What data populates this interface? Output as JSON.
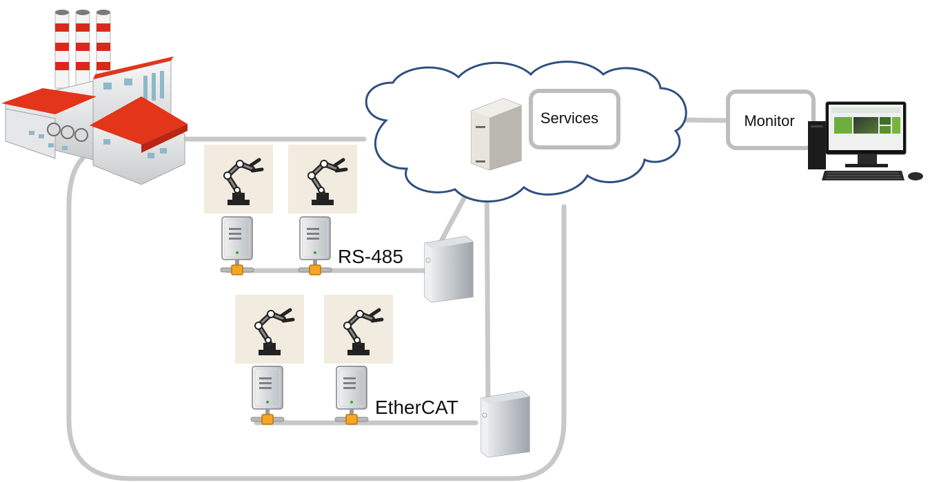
{
  "labels": {
    "services": "Services",
    "monitor": "Monitor",
    "rs485": "RS-485",
    "ethercat": "EtherCAT"
  },
  "icons": {
    "factory": "factory-icon",
    "cloud": "cloud-icon",
    "server": "server-tower-icon",
    "robot": "robot-arm-icon",
    "node": "network-node-icon",
    "computer": "desktop-computer-icon"
  },
  "colors": {
    "line": "#c8c8c8",
    "cloud_outline": "#2f4f7f",
    "roof": "#e2351a",
    "chimney_stripe": "#d9291b",
    "robot_tile": "#f1ecdf",
    "connector": "#f5a623"
  }
}
